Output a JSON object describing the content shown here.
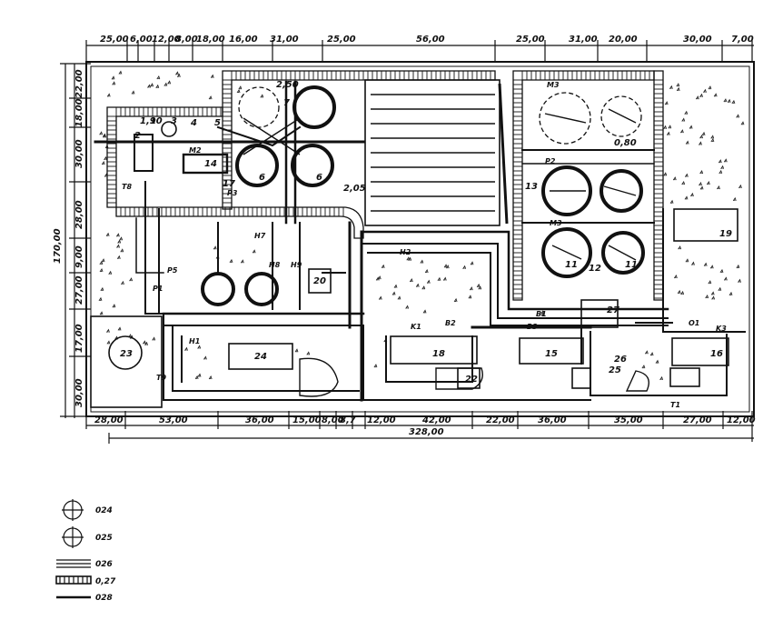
{
  "top_dimensions": [
    "25,00",
    "6,00",
    "12,00",
    "8,00",
    "18,00",
    "16,00",
    "31,00",
    "25,00",
    "56,00",
    "25,00",
    "31,00",
    "20,00",
    "30,00",
    "7,00"
  ],
  "bottom_dimensions": [
    "28,00",
    "53,00",
    "36,00",
    "15,00",
    "8,00",
    "8,7",
    "12,00",
    "42,00",
    "22,00",
    "36,00",
    "35,00",
    "27,00",
    "12,00"
  ],
  "bottom_total": "328,00",
  "left_dimensions": [
    "22,00",
    "18,00",
    "30,00",
    "28,00",
    "9,00",
    "27,00",
    "17,00",
    "30,00"
  ],
  "left_total": "170,00",
  "elevations": [
    "2,50",
    "1,90",
    "0,80",
    "2,05"
  ],
  "building_labels": [
    "1",
    "2",
    "3",
    "4",
    "5",
    "6",
    "6",
    "7",
    "11",
    "11",
    "12",
    "13",
    "14",
    "15",
    "16",
    "17",
    "18",
    "19",
    "20",
    "22",
    "23",
    "24",
    "25",
    "26",
    "27"
  ],
  "pipe_labels": [
    "P1",
    "P2",
    "P3",
    "P5",
    "M3",
    "M2",
    "M3",
    "H1",
    "H2",
    "H7",
    "H8",
    "H9",
    "B1",
    "B2",
    "B3",
    "K1",
    "K3",
    "T1",
    "T8",
    "T9",
    "O1"
  ],
  "legend": [
    {
      "symbol": "circle-cross",
      "label": "024"
    },
    {
      "symbol": "circle-cross",
      "label": "025"
    },
    {
      "symbol": "double-line",
      "label": "026"
    },
    {
      "symbol": "hatched-band",
      "label": "0,27"
    },
    {
      "symbol": "single-line",
      "label": "028"
    }
  ]
}
